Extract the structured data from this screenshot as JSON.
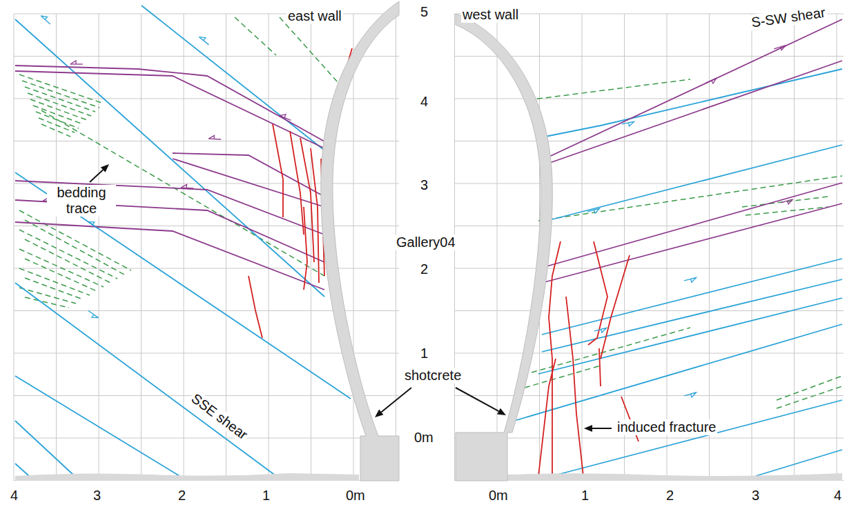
{
  "diagram": {
    "labels": [
      "5",
      "east wall",
      "west wall",
      "S-SW shear",
      "4",
      "3",
      "Gallery04",
      "2",
      "bedding trace",
      "1",
      "shotcrete",
      "induced fracture",
      "0m",
      "SSE shear",
      "4",
      "3",
      "2",
      "1",
      "0m",
      "0m",
      "1",
      "2",
      "3",
      "4"
    ]
  }
}
